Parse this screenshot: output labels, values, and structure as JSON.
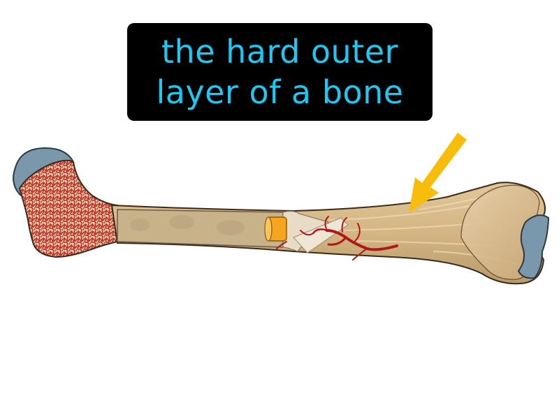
{
  "caption": {
    "line1": "the hard outer",
    "line2": "layer of a bone"
  },
  "illustration": {
    "subject": "femur-bone",
    "pointer": "arrow-to-outer-layer"
  },
  "colors": {
    "caption_background": "#000000",
    "caption_text": "#1ec8f0",
    "bone_shaft": "#d5b88a",
    "cartilage": "#7b97ab",
    "spongy_bone": "#b8322a",
    "marrow": "#c8ad82",
    "blood_vessel": "#b01818",
    "arrow": "#f7bd0a",
    "marrow_plug": "#f7a51e"
  }
}
